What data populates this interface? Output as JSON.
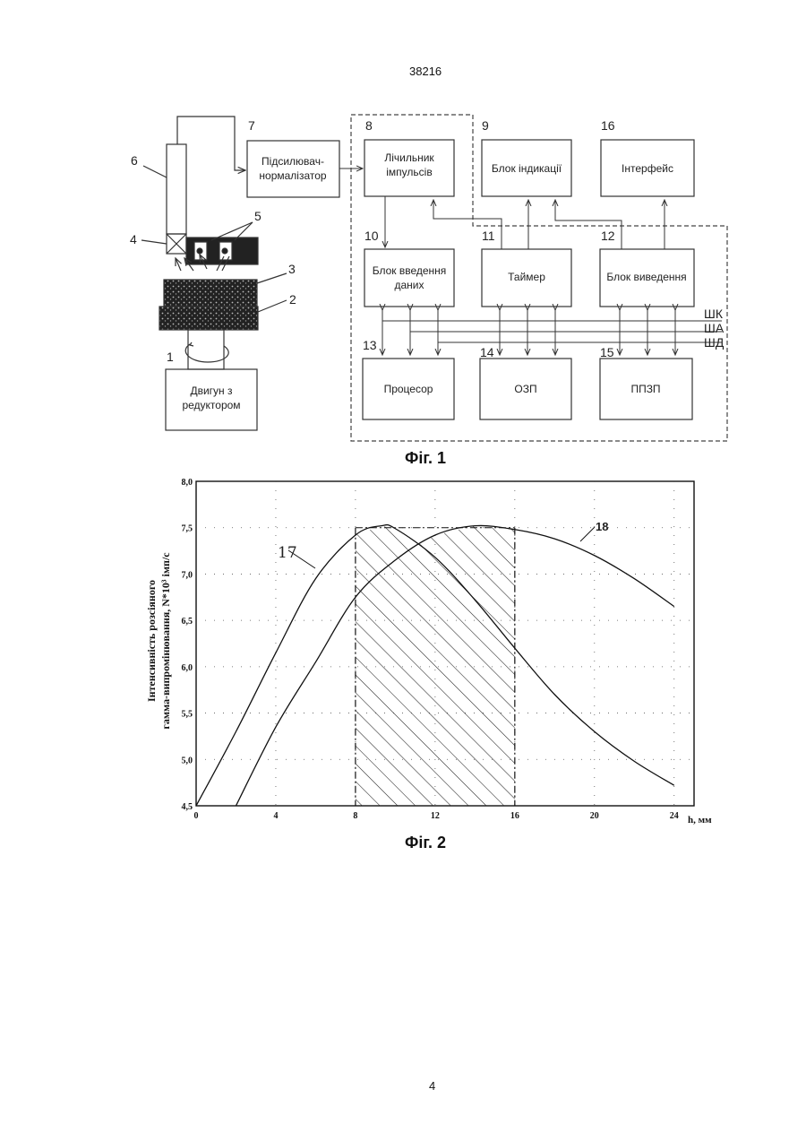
{
  "header": {
    "patent_number": "38216"
  },
  "footer": {
    "page_number": "4"
  },
  "fig1": {
    "caption": "Фіг. 1",
    "numbers": {
      "n1": "1",
      "n2": "2",
      "n3": "3",
      "n4": "4",
      "n5": "5",
      "n6": "6",
      "n7": "7",
      "n8": "8",
      "n9": "9",
      "n10": "10",
      "n11": "11",
      "n12": "12",
      "n13": "13",
      "n14": "14",
      "n15": "15",
      "n16": "16"
    },
    "blocks": {
      "amp_line1": "Підсилювач-",
      "amp_line2": "нормалізатор",
      "counter_line1": "Лічильник",
      "counter_line2": "імпульсів",
      "indication": "Блок індикації",
      "interface": "Інтерфейс",
      "input_line1": "Блок введення",
      "input_line2": "даних",
      "timer": "Таймер",
      "output": "Блок виведення",
      "processor": "Процесор",
      "ram": "ОЗП",
      "rom": "ППЗП",
      "motor_line1": "Двигун з",
      "motor_line2": "редуктором"
    },
    "buses": {
      "control": "ШК",
      "address": "ША",
      "data": "ШД"
    }
  },
  "fig2": {
    "caption": "Фіг. 2",
    "curve_labels": {
      "c17": "17",
      "c18": "18"
    },
    "chart_data": {
      "type": "line",
      "xlabel": "h, мм",
      "ylabel_line1": "Інтенсивність розсіяного",
      "ylabel_line2": "гамма-випромінювання, N*10³ імп/с",
      "xlim": [
        0,
        25
      ],
      "ylim": [
        4.5,
        8.0
      ],
      "x_ticks": [
        "0",
        "4",
        "8",
        "12",
        "16",
        "20",
        "24"
      ],
      "y_ticks": [
        "4,5",
        "5,0",
        "5,5",
        "6,0",
        "6,5",
        "7,0",
        "7,5",
        "8,0"
      ],
      "shaded_interval": [
        8,
        16
      ],
      "series": [
        {
          "name": "17",
          "x": [
            0,
            2,
            4,
            6,
            8,
            9.3,
            10,
            12,
            14,
            16,
            18,
            20,
            22,
            24
          ],
          "y": [
            4.5,
            5.3,
            6.15,
            6.95,
            7.42,
            7.52,
            7.49,
            7.18,
            6.72,
            6.2,
            5.7,
            5.3,
            4.98,
            4.72
          ]
        },
        {
          "name": "18",
          "x": [
            2,
            4,
            6,
            8,
            10,
            12,
            14,
            16,
            18,
            20,
            22,
            24
          ],
          "y": [
            4.5,
            5.35,
            6.05,
            6.75,
            7.15,
            7.42,
            7.52,
            7.48,
            7.38,
            7.2,
            6.95,
            6.65
          ]
        }
      ]
    }
  }
}
